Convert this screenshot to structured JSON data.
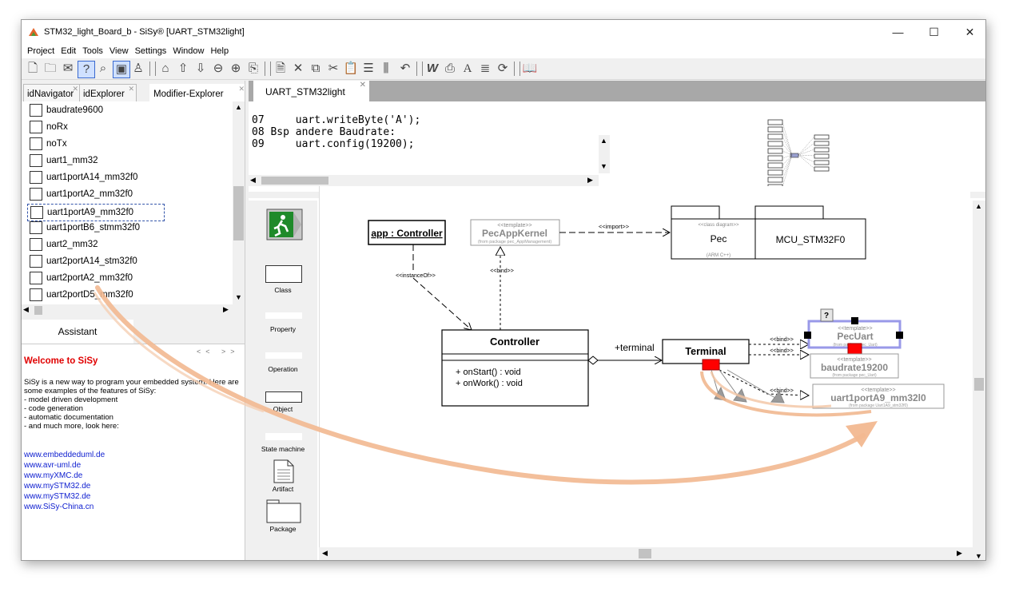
{
  "window": {
    "title": "STM32_light_Board_b - SiSy® [UART_STM32light]",
    "controls": {
      "minimize": "—",
      "maximize": "☐",
      "close": "✕"
    }
  },
  "menu": [
    "Project",
    "Edit",
    "Tools",
    "View",
    "Settings",
    "Window",
    "Help"
  ],
  "left_tabs": [
    {
      "label": "idNavigator"
    },
    {
      "label": "idExplorer"
    },
    {
      "label": "Modifier-Explorer"
    }
  ],
  "modifiers": [
    "baudrate9600",
    "noRx",
    "noTx",
    "uart1_mm32",
    "uart1portA14_mm32f0",
    "uart1portA2_mm32f0",
    "uart1portA9_mm32f0",
    "uart1portB6_stmm32f0",
    "uart2_mm32",
    "uart2portA14_stm32f0",
    "uart2portA2_mm32f0",
    "uart2portD5_mm32f0"
  ],
  "assistant": {
    "tab": "Assistant",
    "nav": "<< >>",
    "welcome": "Welcome to SiSy",
    "intro": "SiSy is a new way to program your embedded system. Here are some examples of the features of SiSy:",
    "bullets": [
      "- model driven development",
      "- code generation",
      "- automatic documentation",
      "- and much more, look here:"
    ],
    "links": [
      "www.embeddeduml.de",
      "www.avr-uml.de",
      "www.myXMC.de",
      "www.mySTM32.de",
      "www.mySTM32.de",
      "www.SiSy-China.cn"
    ]
  },
  "doc_tab": "UART_STM32light",
  "code_lines": [
    {
      "num": "07",
      "text": "    uart.writeByte('A');"
    },
    {
      "num": "08",
      "text": "Bsp andere Baudrate:"
    },
    {
      "num": "09",
      "text": "    uart.config(19200);"
    }
  ],
  "palette": [
    "Class",
    "Property",
    "Operation",
    "Object",
    "State machine",
    "Artifact",
    "Package"
  ],
  "diagram": {
    "app_object": "app : Controller",
    "instance_of": "<<instanceOf>>",
    "pec_app_kernel": {
      "stereotype": "<<template>>",
      "name": "PecAppKernel",
      "package": "(from package pec_AppManagement)"
    },
    "bind": "<<bind>>",
    "import": "<<import>>",
    "pec_package": {
      "stereotype": "<<class diagram>>",
      "name": "Pec",
      "note": "(ARM C++)"
    },
    "mcu_package": "MCU_STM32F0",
    "controller": {
      "name": "Controller",
      "ops": [
        "+ onStart() : void",
        "+ onWork() : void"
      ]
    },
    "terminal_role": "+terminal",
    "terminal": "Terminal",
    "pec_uart": {
      "stereotype": "<<template>>",
      "name": "PecUart",
      "package": "(from package pec_Uart)"
    },
    "baudrate": {
      "stereotype": "<<template>>",
      "name": "baudrate19200",
      "package": "(from package pec_Uart)"
    },
    "uart_port": {
      "stereotype": "<<template>>",
      "name": "uart1portA9_mm32l0",
      "package": "(from package Uart1A9_stm32f0)"
    },
    "help_marker": "?"
  }
}
